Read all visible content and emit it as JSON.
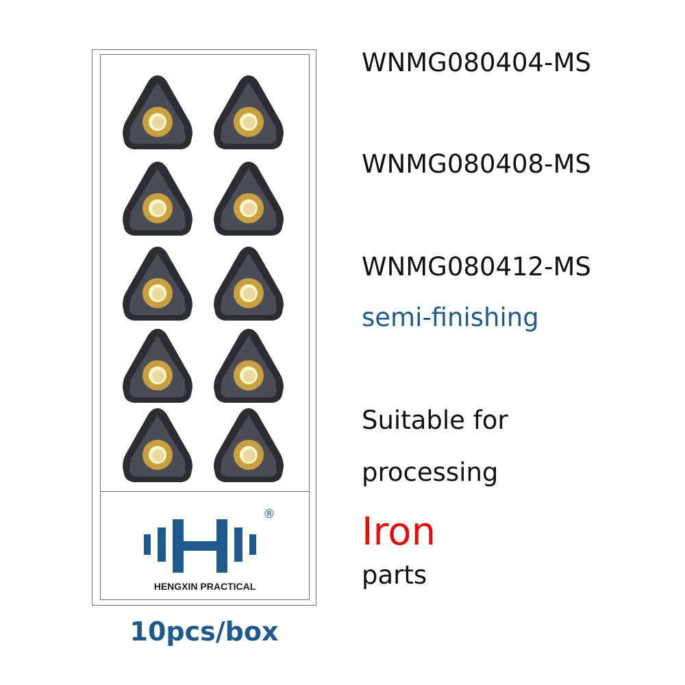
{
  "colors": {
    "insert_body": "#4a4d55",
    "insert_edge": "#2b2d33",
    "insert_bushing": "#c9a040",
    "brand_blue": "#1f5a8c",
    "highlight_red": "#e01010"
  },
  "inserts": {
    "count": 10,
    "icon": "carbide-insert-icon"
  },
  "brand": {
    "name": "HENGXIN PRACTICAL",
    "registered_mark": "®"
  },
  "package": {
    "quantity": "10pcs/box"
  },
  "models": [
    "WNMG080404-MS",
    "WNMG080408-MS",
    "WNMG080412-MS"
  ],
  "application": "semi-finishing",
  "suitability": {
    "line1": "Suitable for",
    "line2": "processing",
    "material": "Iron",
    "line3": "parts"
  }
}
